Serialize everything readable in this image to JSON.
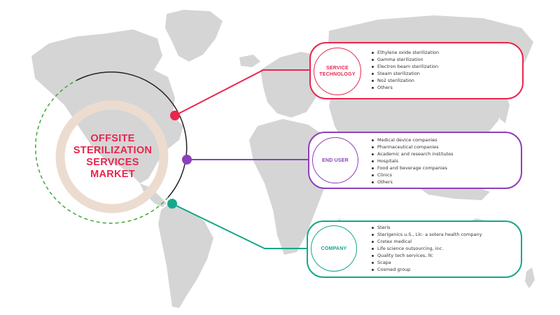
{
  "title": {
    "lines": [
      "OFFSITE",
      "STERILIZATION",
      "SERVICES",
      "MARKET"
    ]
  },
  "colors": {
    "title": "#e8264f",
    "service_technology": "#e8264f",
    "end_user": "#8e3fbc",
    "company": "#14a88a",
    "map": "#d5d5d5",
    "ring": "#ecdcd0",
    "dashed_arc": "#3aaa35"
  },
  "segments": [
    {
      "id": "service_technology",
      "label_lines": [
        "SERVICE",
        "TECHNOLOGY"
      ],
      "items": [
        "Ethylene oxide sterilization",
        "Gamma sterilization",
        "Electron beam sterilization",
        "Steam sterilization",
        "No2 sterilization",
        "Others"
      ]
    },
    {
      "id": "end_user",
      "label_lines": [
        "END USER"
      ],
      "items": [
        "Medical device companies",
        "Pharmaceutical companies",
        "Academic and research institutes",
        "Hospitals",
        "Food and beverage companies",
        "Clinics",
        "Others"
      ]
    },
    {
      "id": "company",
      "label_lines": [
        "COMPANY"
      ],
      "items": [
        "Steris",
        "Sterigenics u.S., Llc- a sotera health company",
        "Cretex medical",
        "Life science outsourcing, inc.",
        "Quality tech services, llc",
        "Scapa",
        "Cosmed group"
      ]
    }
  ]
}
